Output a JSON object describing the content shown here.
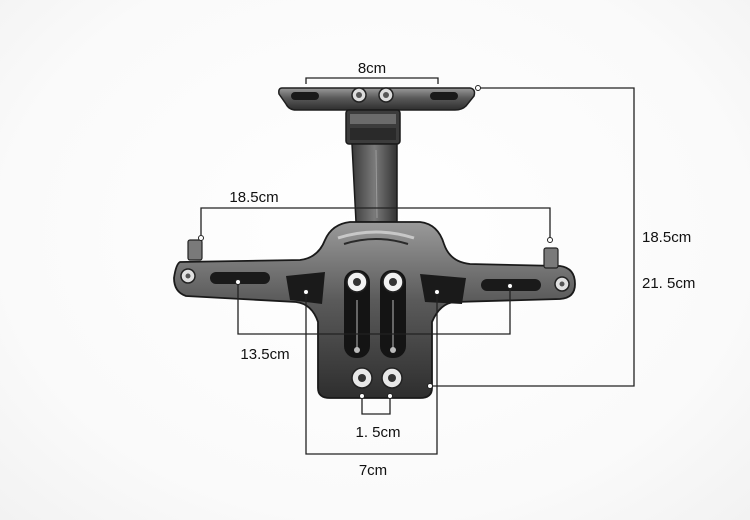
{
  "figure": {
    "description_labels": {
      "top_width": "8cm",
      "arm_span": "18.5cm",
      "height_a": "18.5cm",
      "height_b": "21. 5cm",
      "inner_span": "13.5cm",
      "bolt_spacing": "1. 5cm",
      "bottom_width": "7cm"
    },
    "colors": {
      "metal": "#4a4a4a",
      "metal_dark": "#262626",
      "metal_light": "#8a8a8a",
      "dimension_line": "#222222"
    }
  }
}
